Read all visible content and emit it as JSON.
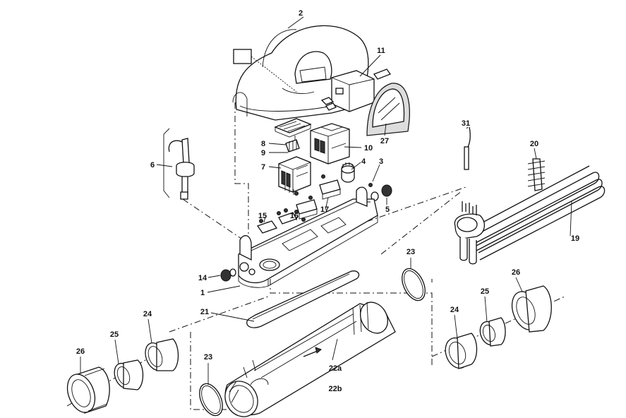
{
  "labels": {
    "p1": "1",
    "p2": "2",
    "p3": "3",
    "p4": "4",
    "p5": "5",
    "p6": "6",
    "p7": "7",
    "p8": "8",
    "p9": "9",
    "p10": "10",
    "p11": "11",
    "p14": "14",
    "p15": "15",
    "p16": "16",
    "p17": "17",
    "p19": "19",
    "p20": "20",
    "p21": "21",
    "p22a": "22a",
    "p22b": "22b",
    "p23a": "23",
    "p23b": "23",
    "p24a": "24",
    "p24b": "24",
    "p25a": "25",
    "p25b": "25",
    "p26a": "26",
    "p26b": "26",
    "p27": "27",
    "p31": "31"
  }
}
